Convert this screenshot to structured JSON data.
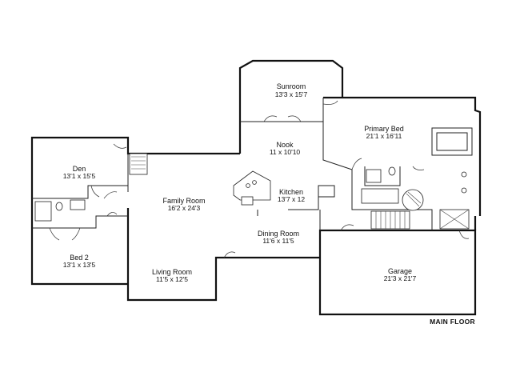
{
  "floor_label": "MAIN FLOOR",
  "rooms": {
    "sunroom": {
      "name": "Sunroom",
      "dim": "13'3 x 15'7"
    },
    "nook": {
      "name": "Nook",
      "dim": "11 x 10'10"
    },
    "primary_bed": {
      "name": "Primary Bed",
      "dim": "21'1 x 16'11"
    },
    "den": {
      "name": "Den",
      "dim": "13'1 x 15'5"
    },
    "family_room": {
      "name": "Family Room",
      "dim": "16'2 x 24'3"
    },
    "kitchen": {
      "name": "Kitchen",
      "dim": "13'7 x 12"
    },
    "dining_room": {
      "name": "Dining Room",
      "dim": "11'6 x 11'5"
    },
    "bed2": {
      "name": "Bed 2",
      "dim": "13'1 x 13'5"
    },
    "living_room": {
      "name": "Living Room",
      "dim": "11'5 x 12'5"
    },
    "garage": {
      "name": "Garage",
      "dim": "21'3 x 21'7"
    }
  },
  "colors": {
    "wall": "#111111",
    "background": "#ffffff"
  }
}
